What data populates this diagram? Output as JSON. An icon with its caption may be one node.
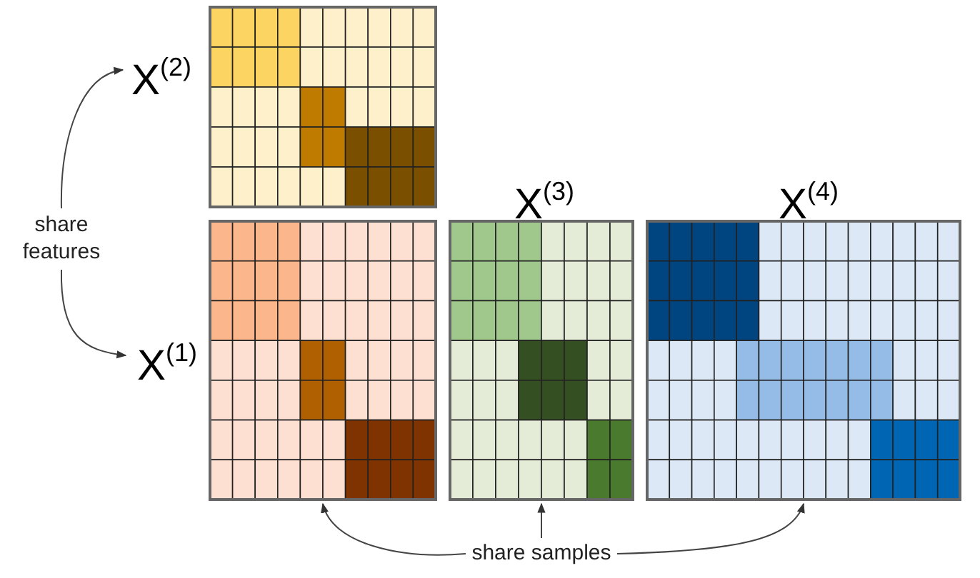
{
  "diagram": {
    "nodes": [
      {
        "text": [
          "X$^{(2)}$"
        ]
      },
      {
        "text": [
          "share features"
        ]
      },
      {
        "text": [
          "X$^{(1)}$"
        ]
      },
      {
        "text": [
          "X$^{(3)}$"
        ]
      },
      {
        "text": [
          "X$^{(4)}$"
        ]
      },
      {
        "text": [
          "share samples"
        ]
      }
    ],
    "edges": [
      {
        "from": 1,
        "to": 0,
        "arrow": "to"
      },
      {
        "from": 1,
        "to": 2,
        "arrow": "to"
      },
      {
        "from": 5,
        "to": 2,
        "arrow": "to"
      },
      {
        "from": 5,
        "to": 3,
        "arrow": "to"
      },
      {
        "from": 5,
        "to": 4,
        "arrow": "to"
      }
    ]
  }
}
